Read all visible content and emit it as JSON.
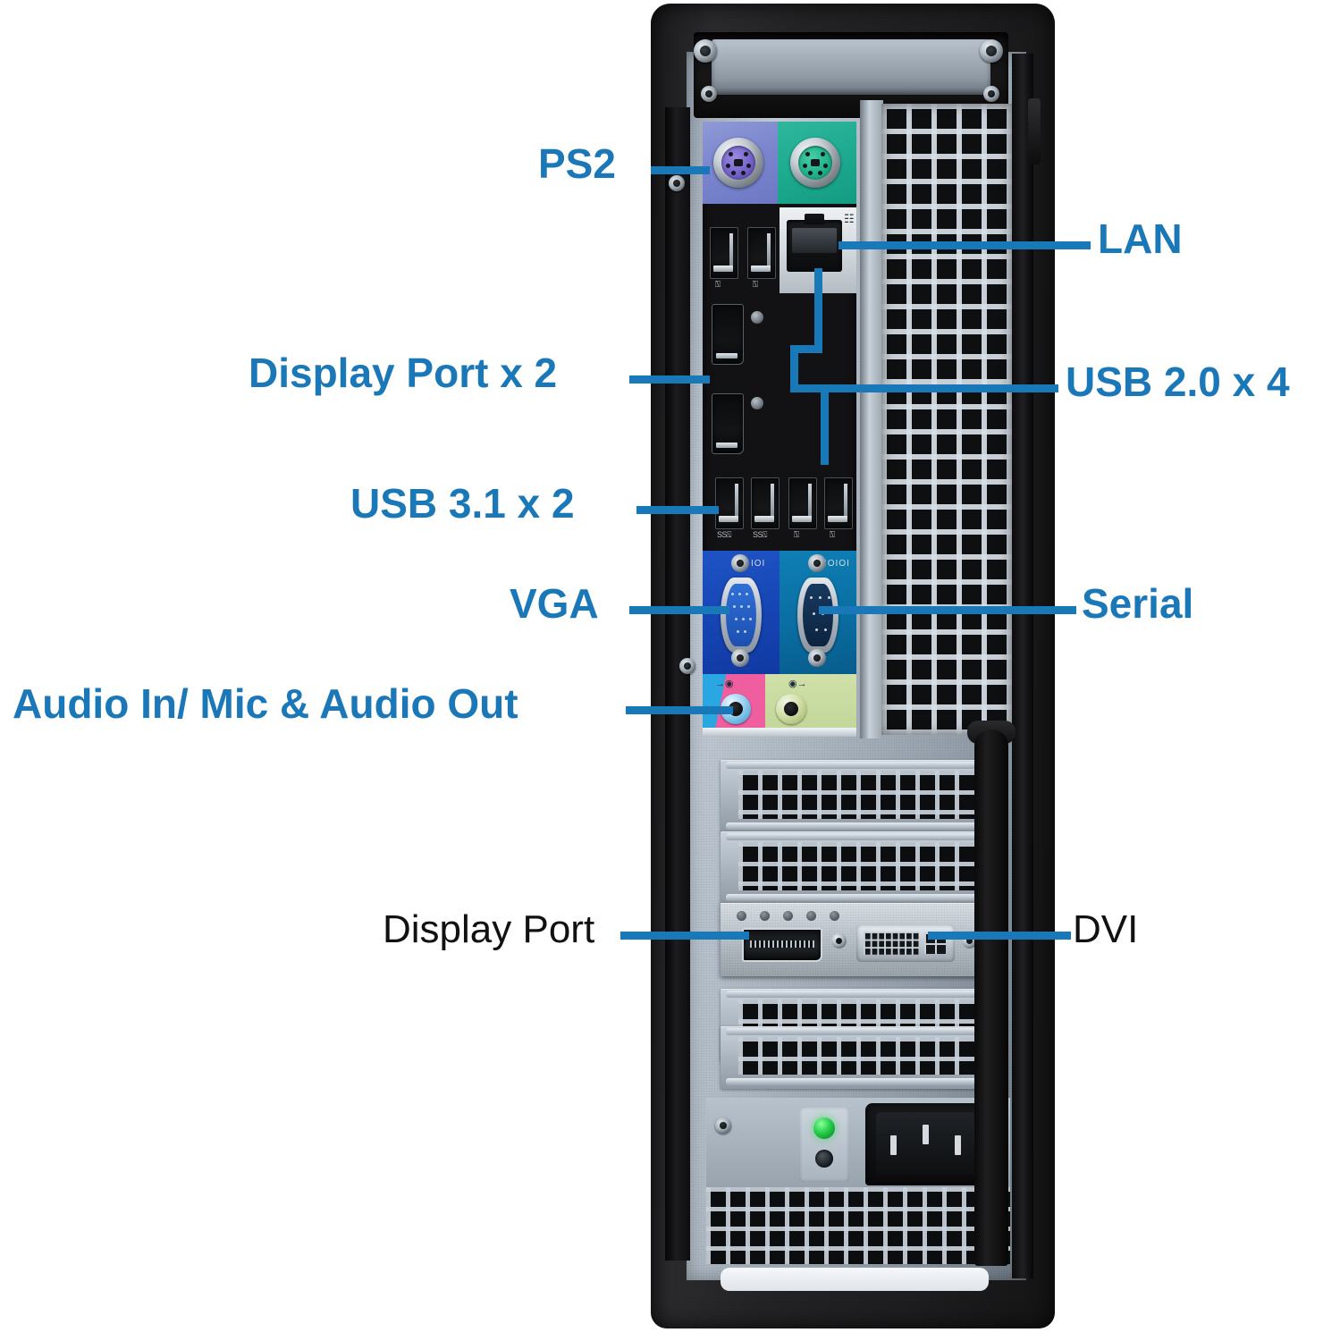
{
  "diagram": {
    "title": "Desktop PC Rear Panel Ports",
    "subject": "small-form-factor desktop computer rear I/O panel",
    "accent_color": "#1b78b8",
    "background_color": "#ffffff"
  },
  "labels": [
    {
      "id": "ps2",
      "text": "PS2",
      "style": "blue",
      "side": "left"
    },
    {
      "id": "lan",
      "text": "LAN",
      "style": "blue",
      "side": "right"
    },
    {
      "id": "displayport2",
      "text": "Display Port x 2",
      "style": "blue",
      "side": "left"
    },
    {
      "id": "usb20",
      "text": "USB 2.0 x 4",
      "style": "blue",
      "side": "right"
    },
    {
      "id": "usb31",
      "text": "USB 3.1 x 2",
      "style": "blue",
      "side": "left"
    },
    {
      "id": "vga",
      "text": "VGA",
      "style": "blue",
      "side": "left"
    },
    {
      "id": "serial",
      "text": "Serial",
      "style": "blue",
      "side": "right"
    },
    {
      "id": "audio",
      "text": "Audio In/ Mic & Audio Out",
      "style": "blue",
      "side": "left"
    },
    {
      "id": "displayport",
      "text": "Display Port",
      "style": "black",
      "side": "left"
    },
    {
      "id": "dvi",
      "text": "DVI",
      "style": "black",
      "side": "right"
    }
  ],
  "ports": {
    "ps2_keyboard": {
      "name": "ps2-keyboard-port",
      "color": "#6f5fc7",
      "plate_color": "#7b86ce"
    },
    "ps2_mouse": {
      "name": "ps2-mouse-port",
      "color": "#1fae87",
      "plate_color": "#1eab90"
    },
    "lan_port": {
      "name": "rj45-lan-port",
      "icon": "network-icon"
    },
    "displayport_1": {
      "name": "displayport-1"
    },
    "displayport_2": {
      "name": "displayport-2"
    },
    "usb2_top_1": {
      "name": "usb-2-port",
      "icon": "usb-icon"
    },
    "usb2_top_2": {
      "name": "usb-2-port",
      "icon": "usb-icon"
    },
    "usb3_1": {
      "name": "usb-3-port",
      "icon": "superspeed-usb-icon"
    },
    "usb3_2": {
      "name": "usb-3-port",
      "icon": "superspeed-usb-icon"
    },
    "usb2_bot_1": {
      "name": "usb-2-port",
      "icon": "usb-icon"
    },
    "usb2_bot_2": {
      "name": "usb-2-port",
      "icon": "usb-icon"
    },
    "vga_port": {
      "name": "vga-port",
      "mark": "IOI",
      "plate_color": "#1646b4"
    },
    "serial_port": {
      "name": "serial-port",
      "mark": "IOIOI",
      "plate_color": "#0a6ea2"
    },
    "audio_in": {
      "name": "audio-in-mic-jack",
      "color": "#5fb0dd",
      "plate_color": "#ef5fa0"
    },
    "audio_out": {
      "name": "audio-out-jack",
      "color": "#b0c27e",
      "plate_color": "#c3d79a"
    },
    "gpu_displayport": {
      "name": "gpu-displayport-connector"
    },
    "gpu_dvi": {
      "name": "gpu-dvi-connector"
    },
    "power_inlet": {
      "name": "iec-power-inlet"
    },
    "psu_led": {
      "name": "psu-status-led",
      "color": "#2bd14e"
    },
    "psu_test_button": {
      "name": "psu-self-test-button"
    }
  },
  "glyphs": {
    "usb": "⑂",
    "superspeed": "SS⑂",
    "network": "⛓",
    "audio_in": "→◉",
    "audio_out": "◉→"
  }
}
